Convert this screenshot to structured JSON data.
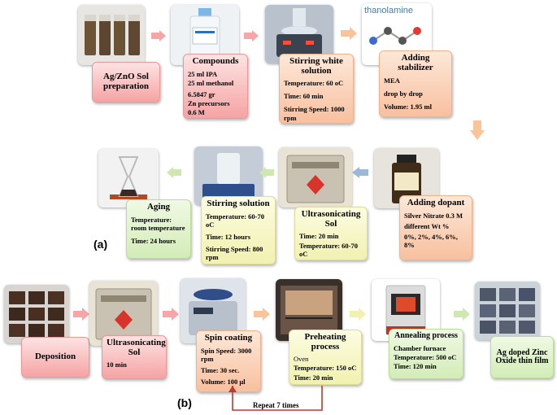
{
  "panel_a": {
    "label": "(a)",
    "sol_prep": {
      "title": "Ag/ZnO Sol preparation"
    },
    "compounds": {
      "title": "Compounds",
      "lines": [
        "25 ml IPA",
        "25 ml methanol",
        "6.5847 gr",
        "Zn precursors",
        "0.6 M"
      ]
    },
    "stirring_white": {
      "title": "Stirring white solution",
      "lines": [
        "Temperature: 60 oC",
        "Time: 60 min",
        "Stirring Speed: 1000 rpm"
      ]
    },
    "stabilizer": {
      "title": "Adding stabilizer",
      "lines": [
        "MEA",
        "drop by drop",
        "Volume: 1.95 ml"
      ],
      "image_text": "thanolamine"
    },
    "dopant": {
      "title": "Adding dopant",
      "lines": [
        "Silver Nitrate 0.3 M",
        "different Wt %",
        "0%, 2%, 4%, 6%, 8%"
      ]
    },
    "ultrasonic": {
      "title": "Ultrasonicating Sol",
      "lines": [
        "Time: 20 min",
        "Temperature: 60-70 oC"
      ]
    },
    "stirring": {
      "title": "Stirring solution",
      "lines": [
        "Temperature: 60-70 oC",
        "Time: 12 hours",
        "Stirring Speed: 800 rpm"
      ]
    },
    "aging": {
      "title": "Aging",
      "lines": [
        "Temperature: room temperature",
        "Time: 24 hours"
      ]
    }
  },
  "panel_b": {
    "label": "(b)",
    "deposition": {
      "title": "Deposition"
    },
    "ultrasonic": {
      "title": "Ultrasonicating Sol",
      "lines": [
        "10 min"
      ]
    },
    "spin": {
      "title": "Spin coating",
      "lines": [
        "Spin Speed: 3000 rpm",
        "Time: 30 sec.",
        "Volume: 100 µl"
      ]
    },
    "preheat": {
      "title": "Preheating process",
      "lines": [
        "Oven",
        "Temperature: 150 oC",
        "Time: 20 min"
      ]
    },
    "anneal": {
      "title": "Annealing process",
      "lines": [
        "Chamber furnace",
        "Temperature: 500 oC",
        "Time: 120 min"
      ]
    },
    "final": {
      "title": "Ag doped Zinc Oxide thin film"
    },
    "repeat": "Repeat 7 times"
  },
  "colors": {
    "pink_arrow": "#f6a6a6",
    "peach_arrow": "#f9c39c",
    "green_arrow": "#cfe8b0",
    "blue_arrow": "#9bb8d8",
    "repeat_line": "#c0392b"
  }
}
